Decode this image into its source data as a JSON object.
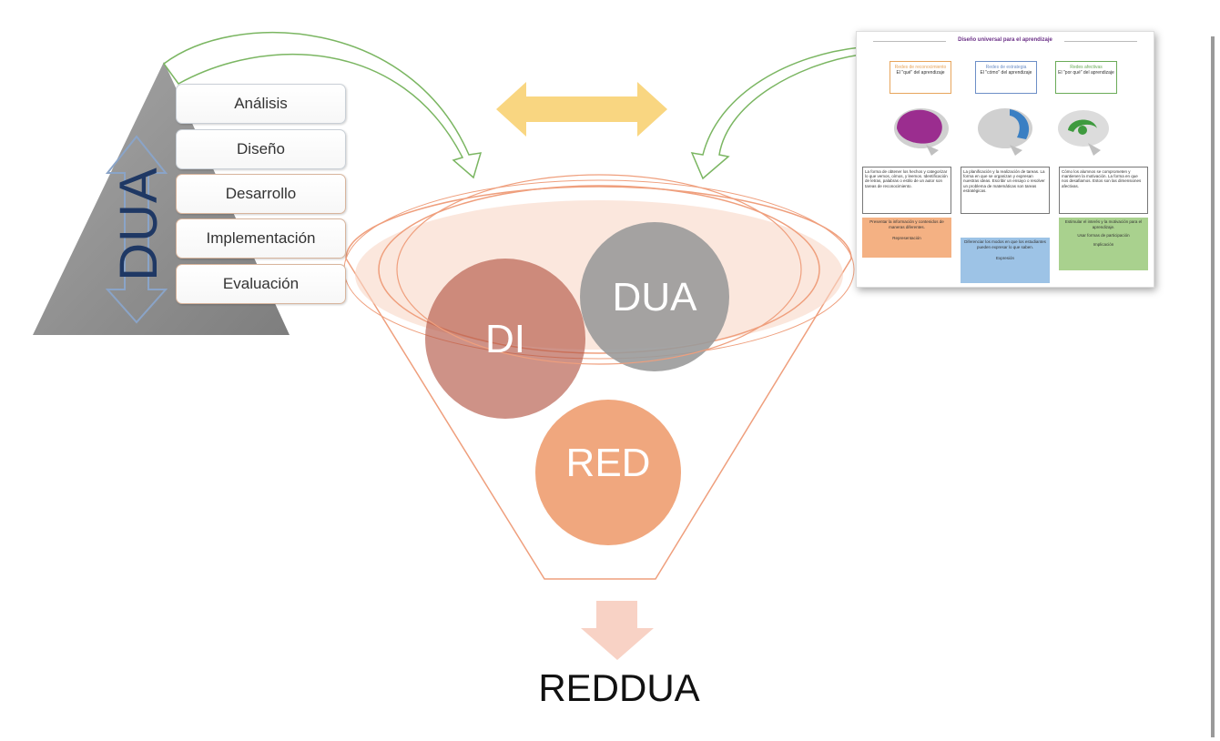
{
  "dua_label": "DUA",
  "phases": [
    "Análisis",
    "Diseño",
    "Desarrollo",
    "Implementación",
    "Evaluación"
  ],
  "circles": {
    "di": "DI",
    "dua": "DUA",
    "red": "RED"
  },
  "result": "REDDUA",
  "colors": {
    "triangle": "#8d8d8d",
    "di": "#b35846",
    "dua": "#9a9a9a",
    "red": "#f0a77e",
    "funnel_stroke": "#ef9f7d",
    "double_arrow": "#f9d681",
    "curved_arrows": "#7bb662",
    "down_arrow": "#f8d2c5",
    "dua_text": "#1f3864"
  },
  "thumbnail": {
    "title": "Diseño universal para el aprendizaje",
    "networks": [
      {
        "name": "Redes de reconocimiento",
        "subtitle": "El \"qué\" del aprendizaje",
        "color": "#e7a55c"
      },
      {
        "name": "Redes de estrategia",
        "subtitle": "El \"cómo\" del aprendizaje",
        "color": "#6d8fc7"
      },
      {
        "name": "Redes afectivas",
        "subtitle": "El \"por qué\" del aprendizaje",
        "color": "#6aab57"
      }
    ],
    "descriptions": [
      "La forma de obtener los hechos y categorizar lo que vemos, oímos, y leemos. Identificación de letras, palabras o estilo de un autor son tareas de reconocimiento.",
      "La planificación y la realización de tareas. La forma en que se organizan y expresan nuestras ideas. Escribir un ensayo o resolver un problema de matemáticas son tareas estratégicas.",
      "Cómo los alumnos se comprometen y mantienen la motivación. La forma en que nos desafiamos. Estos son las dimensiones afectivas."
    ],
    "principles": [
      {
        "text": "Presentar la información y contenidos de maneras diferentes.",
        "label": "Representación",
        "color": "#f4b183"
      },
      {
        "text": "Diferenciar los modos en que los estudiantes pueden expresar lo que saben.",
        "label": "Expresión",
        "color": "#9dc3e6"
      },
      {
        "text": "Estimular el interés y la motivación para el aprendizaje.",
        "label": "Implicación",
        "color": "#a9d18e",
        "extra": "Usar formas de participación"
      }
    ]
  }
}
